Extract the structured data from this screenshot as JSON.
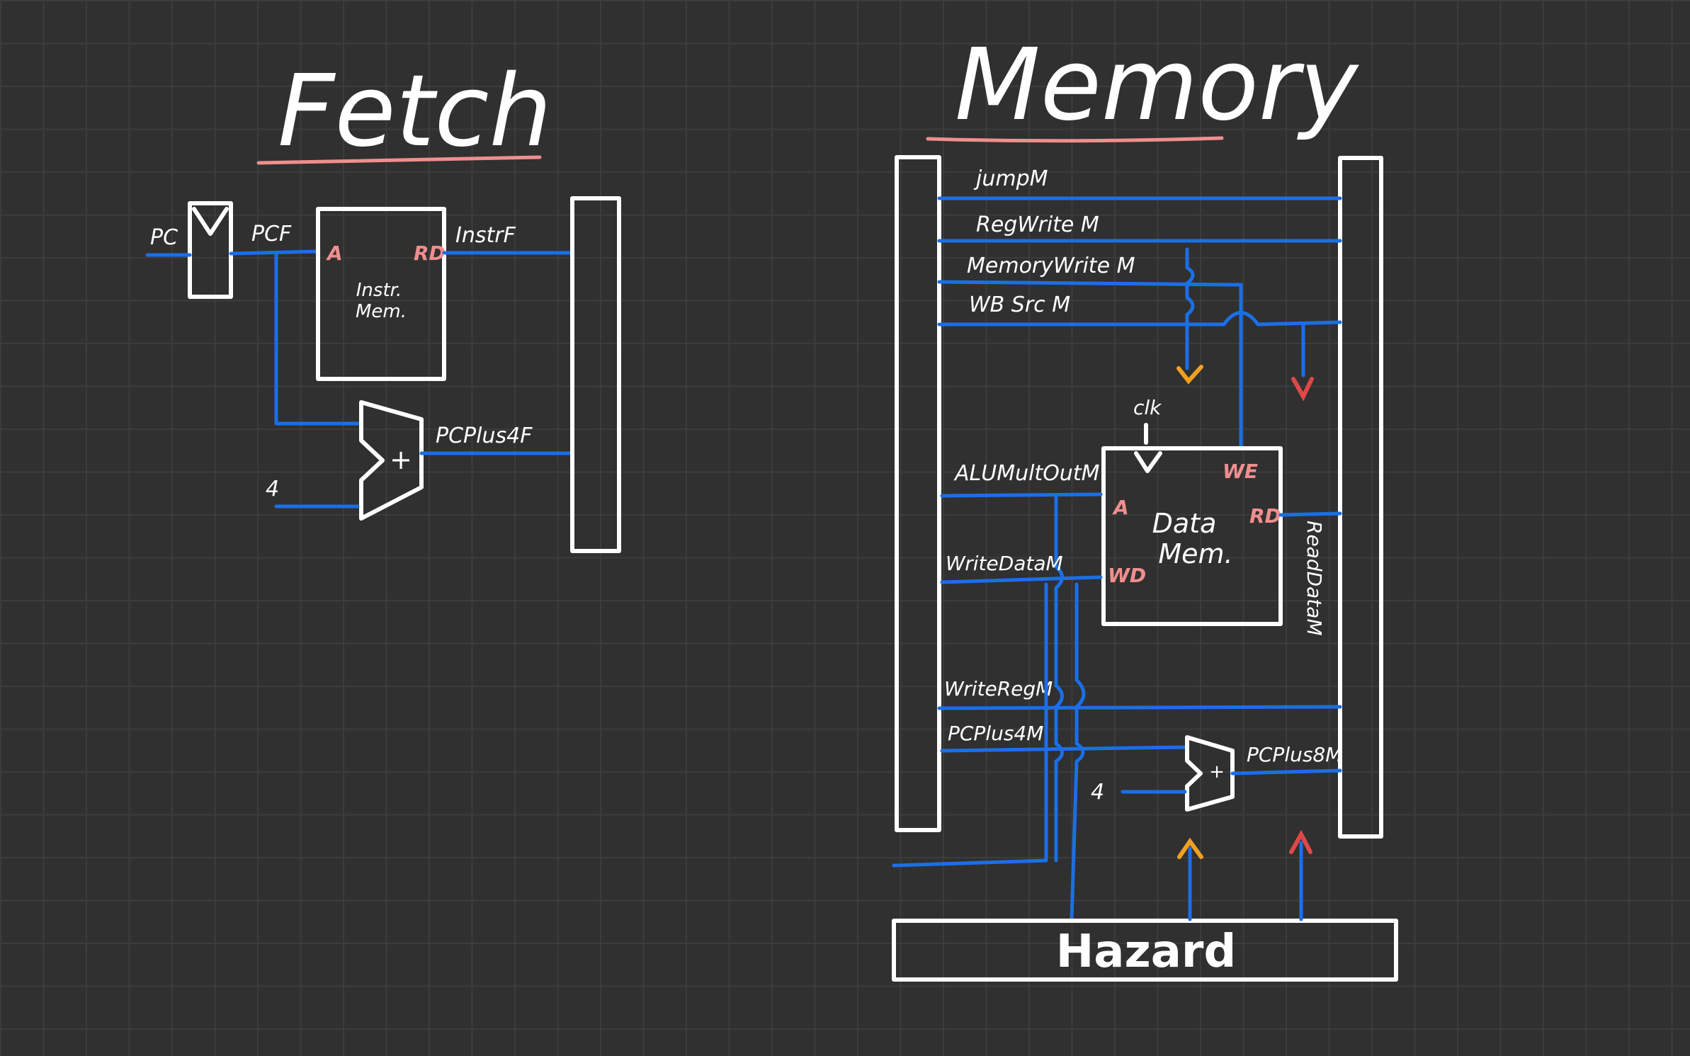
{
  "fetch": {
    "title": "Fetch",
    "pc": "PC",
    "pcf": "PCF",
    "instr_mem": {
      "line1": "Instr.",
      "line2": "Mem.",
      "pin_a": "A",
      "pin_rd": "RD"
    },
    "instrf": "InstrF",
    "adder_sign": "+",
    "const4": "4",
    "pcplus4f": "PCPlus4F"
  },
  "memory": {
    "title": "Memory",
    "signals": {
      "jump": "jumpM",
      "regwrite": "RegWrite M",
      "memwrite": "MemoryWrite M",
      "wbsrc": "WB Src M",
      "aluout": "ALUMultOutM",
      "writedata": "WriteDataM",
      "writereg": "WriteRegM",
      "pcplus4m": "PCPlus4M",
      "pcplus8m": "PCPlus8M",
      "readdata": "ReadDataM"
    },
    "clk": "clk",
    "data_mem": {
      "line1": "Data",
      "line2": "Mem.",
      "pin_we": "WE",
      "pin_a": "A",
      "pin_wd": "WD",
      "pin_rd": "RD"
    },
    "adder_sign": "+",
    "const4": "4",
    "hazard": "Hazard"
  },
  "colors": {
    "wire": "#1b6fe6",
    "box": "#ffffff",
    "pin": "#f08e8e",
    "underline": "#f08e8e",
    "orange_arrow": "#f0a020",
    "red_arrow": "#e04848"
  }
}
